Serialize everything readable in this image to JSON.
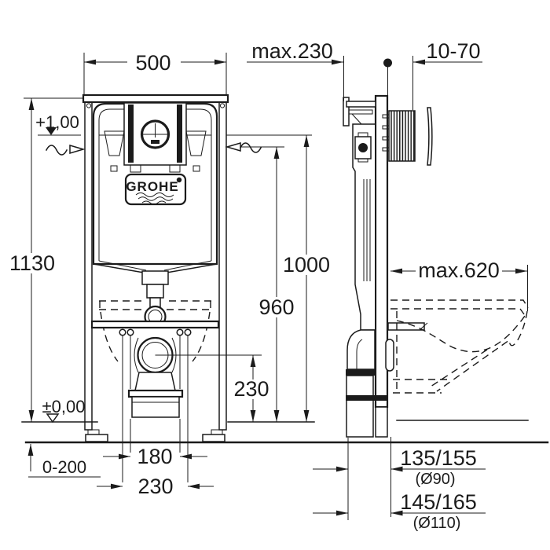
{
  "drawing_colors": {
    "background": "#ffffff",
    "line": "#1b1b1b"
  },
  "labels": {
    "brand": "GROHE",
    "front_width": "500",
    "overall_height": "1130",
    "datum_top": "+1,00",
    "datum_floor": "±0,00",
    "height_flush_valve": "1000",
    "height_panel": "960",
    "height_outlet": "230",
    "foot_adjustment": "0-200",
    "bolt_spacing_inner": "180",
    "bolt_spacing_outer": "230",
    "frame_depth": "max.230",
    "plate_range": "10-70",
    "bowl_depth": "max.620",
    "drain_90": "135/155",
    "drain_90_dia": "(Ø90)",
    "drain_110": "145/165",
    "drain_110_dia": "(Ø110)"
  }
}
